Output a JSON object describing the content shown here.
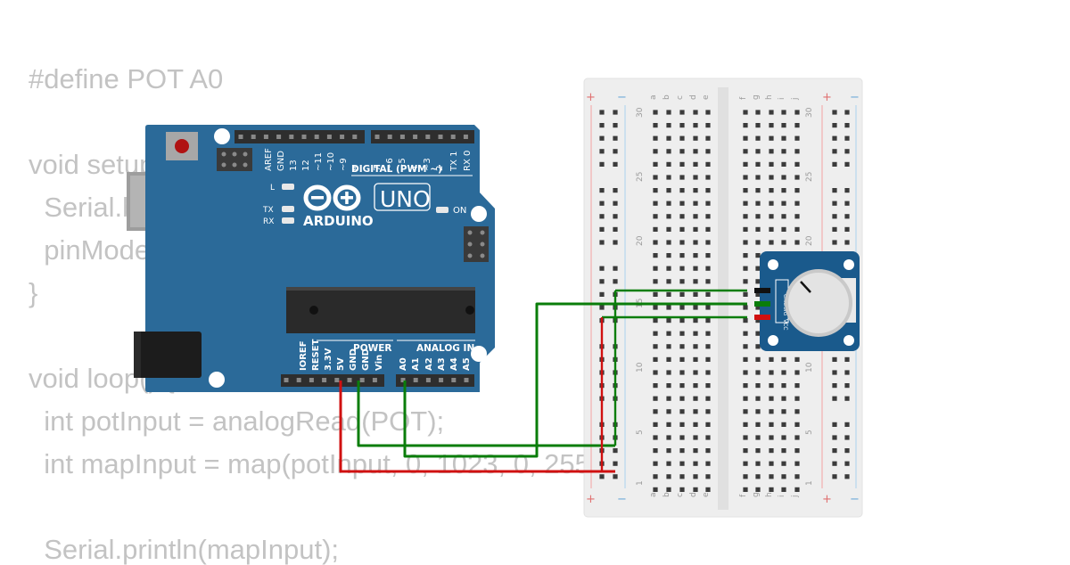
{
  "code": {
    "lines": [
      "#define POT A0",
      "",
      "void setup() {",
      "  Serial.begin(9600);",
      "  pinMode(POT, INPUT);",
      "}",
      "",
      "void loop() {",
      "  int potInput = analogRead(POT);",
      "  int mapInput = map(potInput, 0, 1023, 0, 255);",
      "",
      "  Serial.println(mapInput);"
    ]
  },
  "arduino": {
    "logo_text": "ARDUINO",
    "model": "UNO",
    "digital_header": "DIGITAL (PWM ~)",
    "power_header": "POWER",
    "analog_header": "ANALOG IN",
    "led_l": "L",
    "led_tx": "TX",
    "led_rx": "RX",
    "led_on": "ON",
    "digital_pins": [
      "AREF",
      "GND",
      "13",
      "12",
      "~11",
      "~10",
      "~9",
      "8",
      "7",
      "~6",
      "~5",
      "4",
      "~3",
      "2",
      "TX 1",
      "RX 0"
    ],
    "power_pins": [
      "IOREF",
      "RESET",
      "3.3V",
      "5V",
      "GND",
      "GND",
      "Vin"
    ],
    "analog_pins": [
      "A0",
      "A1",
      "A2",
      "A3",
      "A4",
      "A5"
    ]
  },
  "breadboard": {
    "columns_left": [
      "a",
      "b",
      "c",
      "d",
      "e"
    ],
    "columns_right": [
      "f",
      "g",
      "h",
      "i",
      "j"
    ],
    "row_numbers": [
      "30",
      "25",
      "20",
      "15",
      "10",
      "5",
      "1"
    ],
    "rail_plus": "+",
    "rail_minus": "−"
  },
  "potentiometer": {
    "pins": [
      "GND",
      "SIG",
      "VCC"
    ]
  },
  "colors": {
    "board": "#2b6a99",
    "wire_gnd": "#0a7d0a",
    "wire_sig": "#0a7d0a",
    "wire_vcc": "#d01010",
    "module": "#1a5a8c"
  }
}
